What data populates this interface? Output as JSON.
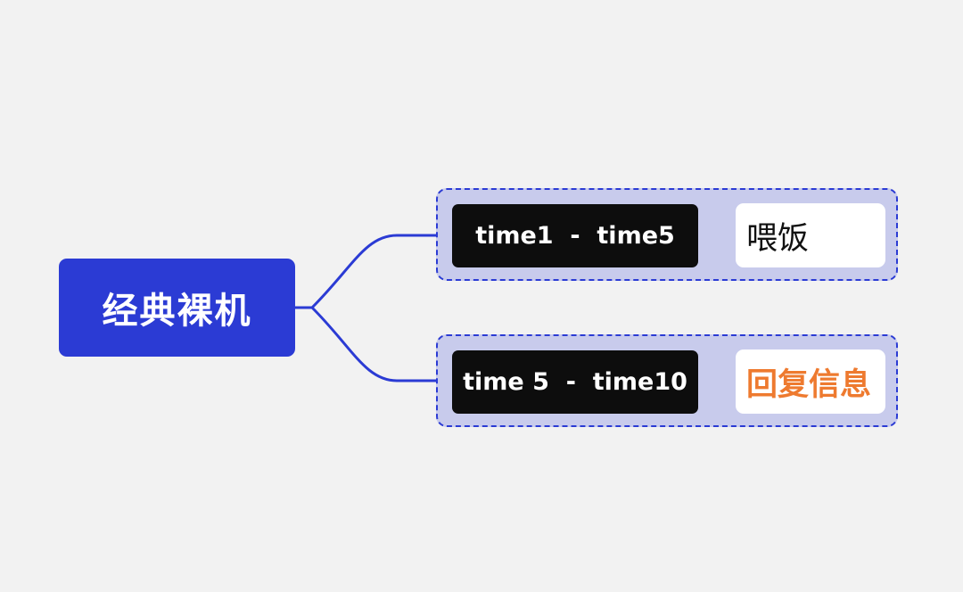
{
  "root": {
    "label": "经典裸机"
  },
  "branches": [
    {
      "time_range": "time1  -  time5",
      "action": "喂饭",
      "style": "plain"
    },
    {
      "time_range": "time 5  -  time10",
      "action": "回复信息",
      "style": "highlight"
    }
  ],
  "colors": {
    "root_bg": "#2b3bd4",
    "connector": "#2b3bd4",
    "group_border": "#2b3bd4",
    "group_bg": "#c8cbec",
    "highlight": "#ee7a2f"
  }
}
